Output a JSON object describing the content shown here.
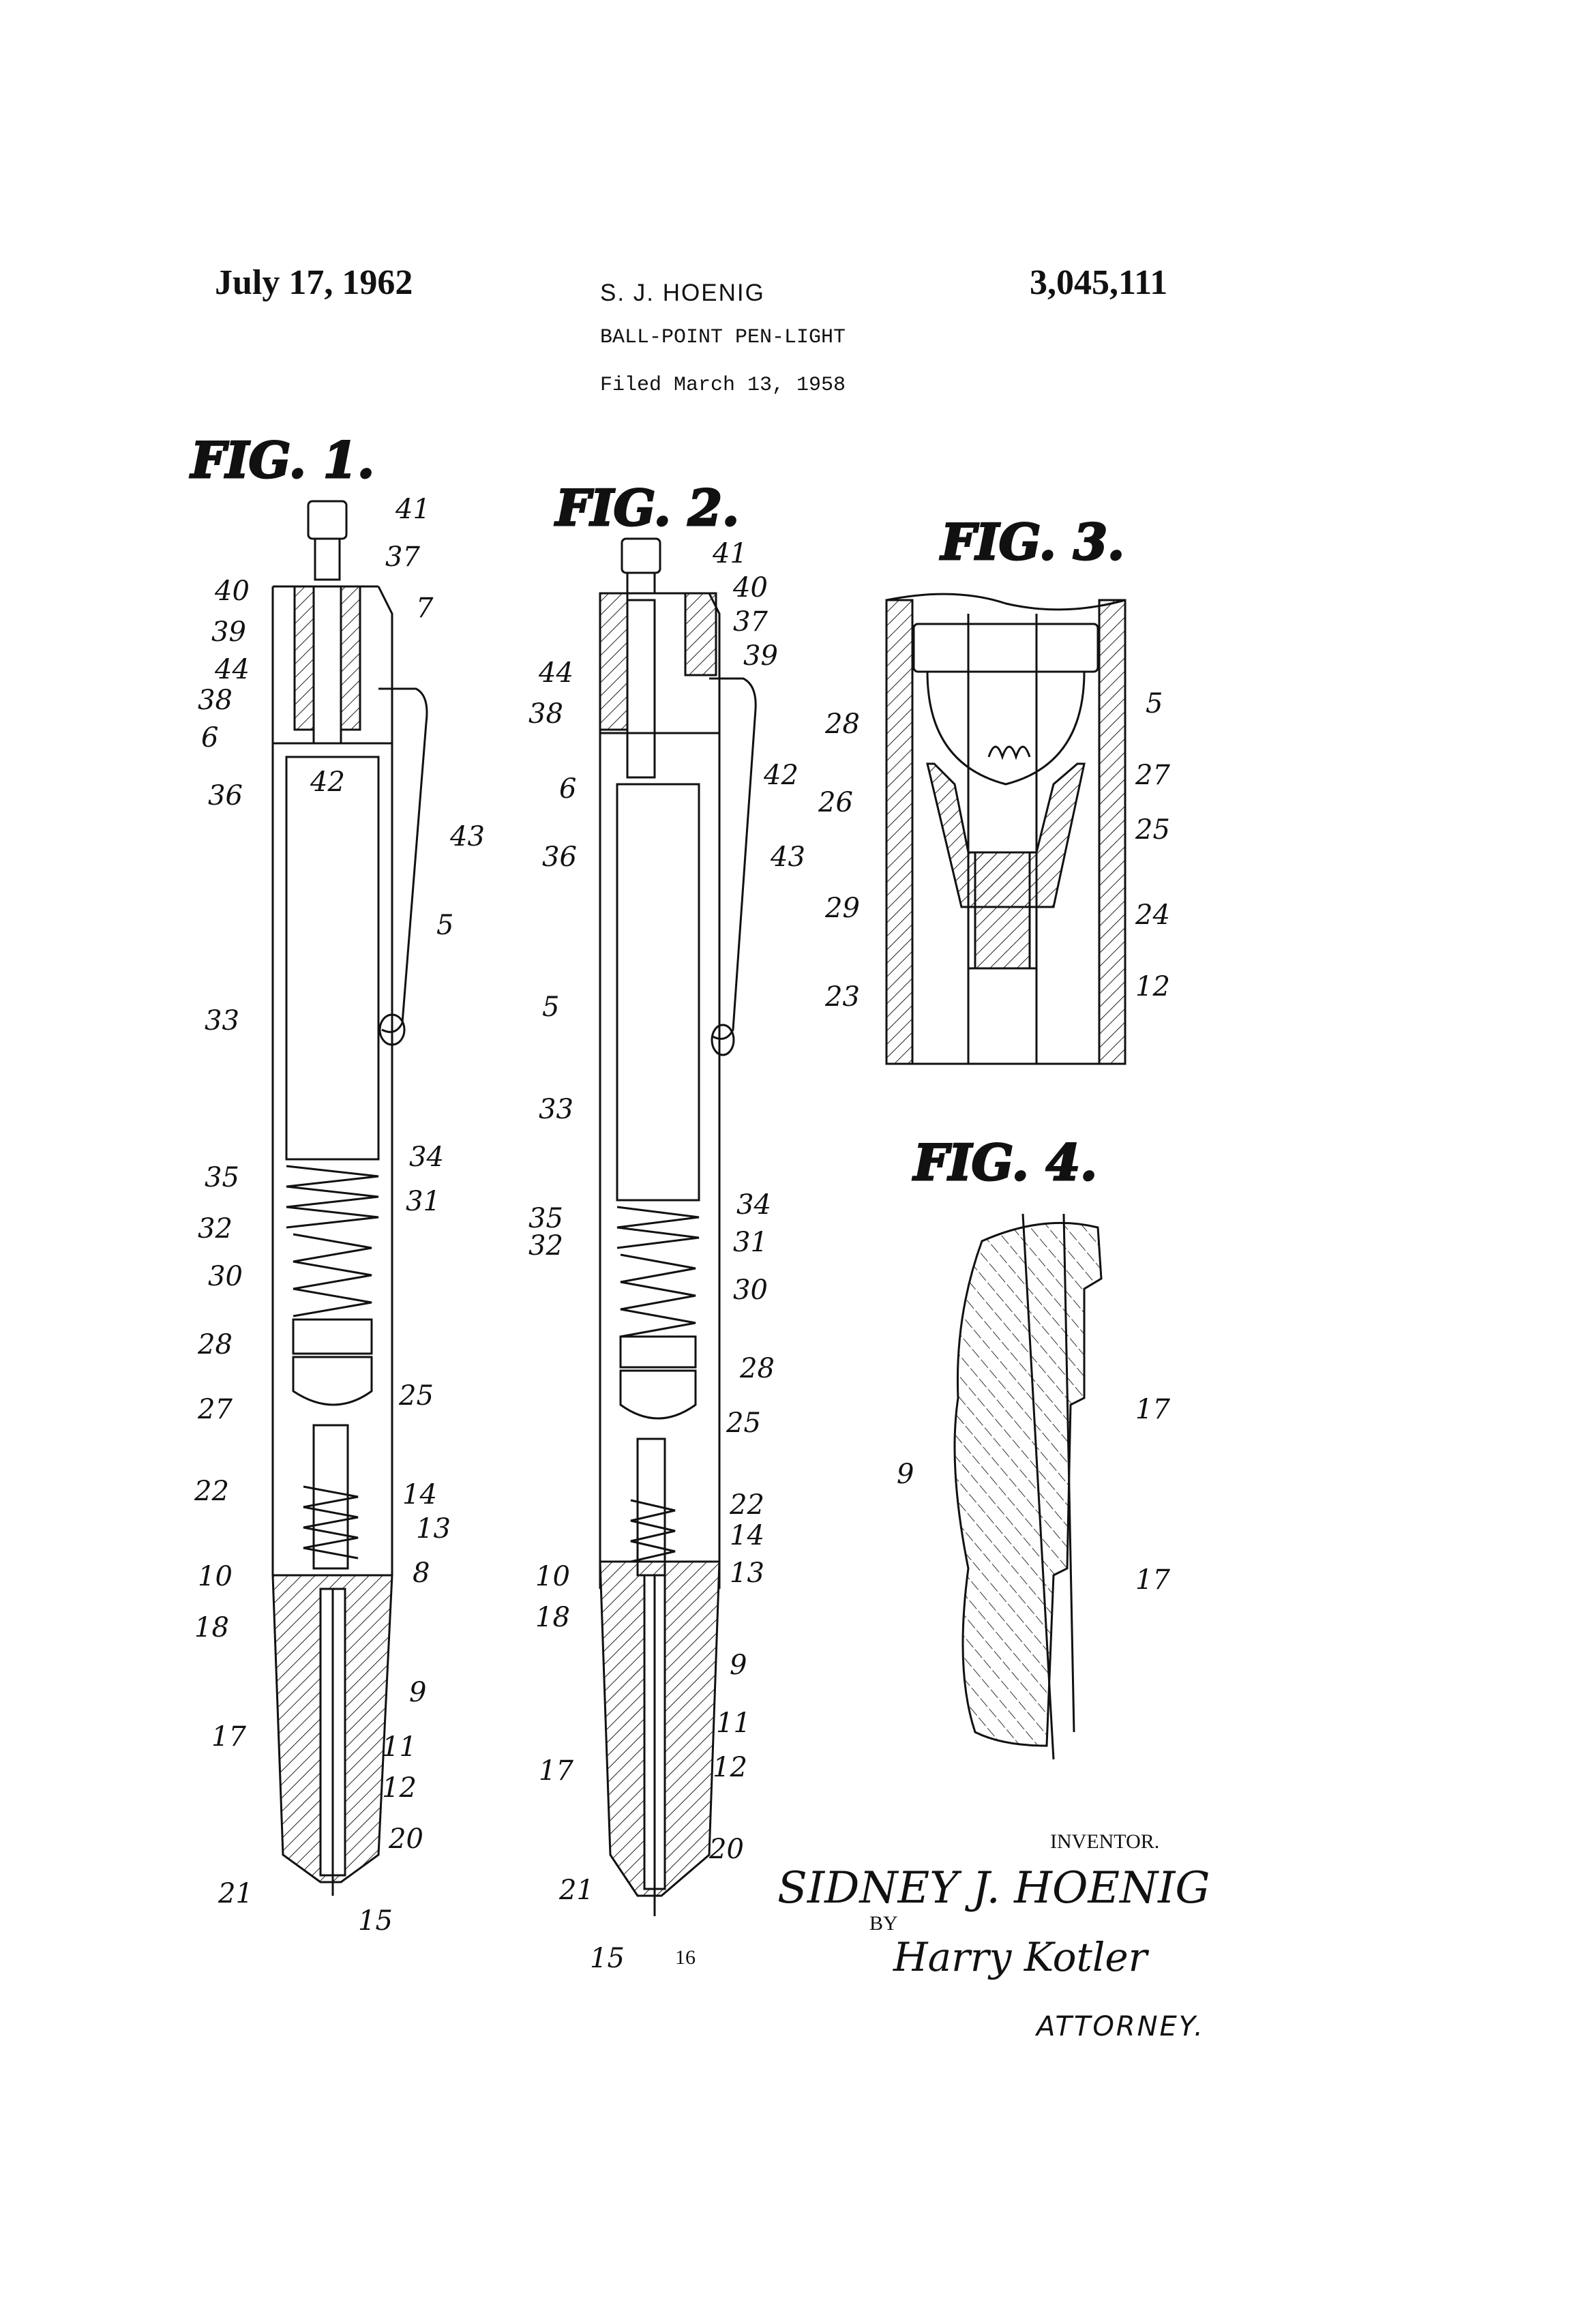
{
  "header": {
    "date": "July 17, 1962",
    "inventor_name": "S. J. HOENIG",
    "patent_number": "3,045,111",
    "title": "BALL-POINT PEN-LIGHT",
    "filed": "Filed March 13, 1958"
  },
  "figures": {
    "fig1": {
      "title": "FIG. 1."
    },
    "fig2": {
      "title": "FIG. 2."
    },
    "fig3": {
      "title": "FIG. 3."
    },
    "fig4": {
      "title": "FIG. 4."
    }
  },
  "labels": {
    "fig1": [
      "41",
      "37",
      "40",
      "7",
      "39",
      "44",
      "38",
      "6",
      "42",
      "36",
      "43",
      "5",
      "33",
      "35",
      "34",
      "32",
      "31",
      "30",
      "28",
      "27",
      "25",
      "22",
      "14",
      "13",
      "10",
      "8",
      "18",
      "9",
      "17",
      "11",
      "12",
      "20",
      "21",
      "15"
    ],
    "fig2": [
      "41",
      "40",
      "37",
      "39",
      "44",
      "38",
      "6",
      "42",
      "36",
      "43",
      "5",
      "33",
      "35",
      "34",
      "32",
      "31",
      "30",
      "28",
      "25",
      "22",
      "14",
      "10",
      "13",
      "18",
      "9",
      "11",
      "17",
      "12",
      "20",
      "21",
      "15",
      "16"
    ],
    "fig3": [
      "28",
      "5",
      "26",
      "27",
      "25",
      "29",
      "24",
      "23",
      "12"
    ],
    "fig4": [
      "17",
      "9",
      "17"
    ]
  },
  "signature": {
    "inventor_label": "INVENTOR.",
    "inventor_signature": "SIDNEY J. HOENIG",
    "by": "BY",
    "attorney_signature": "Harry Kotler",
    "attorney_label": "ATTORNEY."
  }
}
